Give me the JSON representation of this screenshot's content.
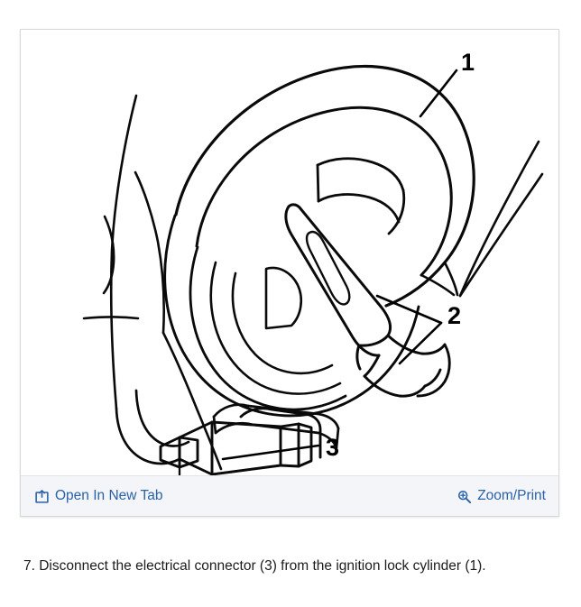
{
  "figure": {
    "alt": "Ignition lock cylinder with key and electrical connector",
    "callouts": [
      {
        "id": "1",
        "label": "1",
        "refers_to": "ignition lock cylinder"
      },
      {
        "id": "2",
        "label": "2",
        "refers_to": "key"
      },
      {
        "id": "3",
        "label": "3",
        "refers_to": "electrical connector"
      }
    ],
    "toolbar": {
      "open_in_new_tab": {
        "label": "Open In New Tab",
        "icon": "open-in-new-window-icon"
      },
      "zoom_print": {
        "label": "Zoom/Print",
        "icon": "magnifier-plus-icon"
      },
      "link_color": "#2a62a8",
      "background_color": "#f3f5f9"
    }
  },
  "caption": {
    "text": "7. Disconnect the electrical connector (3) from the ignition lock cylinder (1)."
  },
  "theme": {
    "page_background": "#ffffff",
    "panel_border": "#d8d8d8",
    "line_art": "#0a0a0a",
    "text": "#1c1c1c"
  }
}
